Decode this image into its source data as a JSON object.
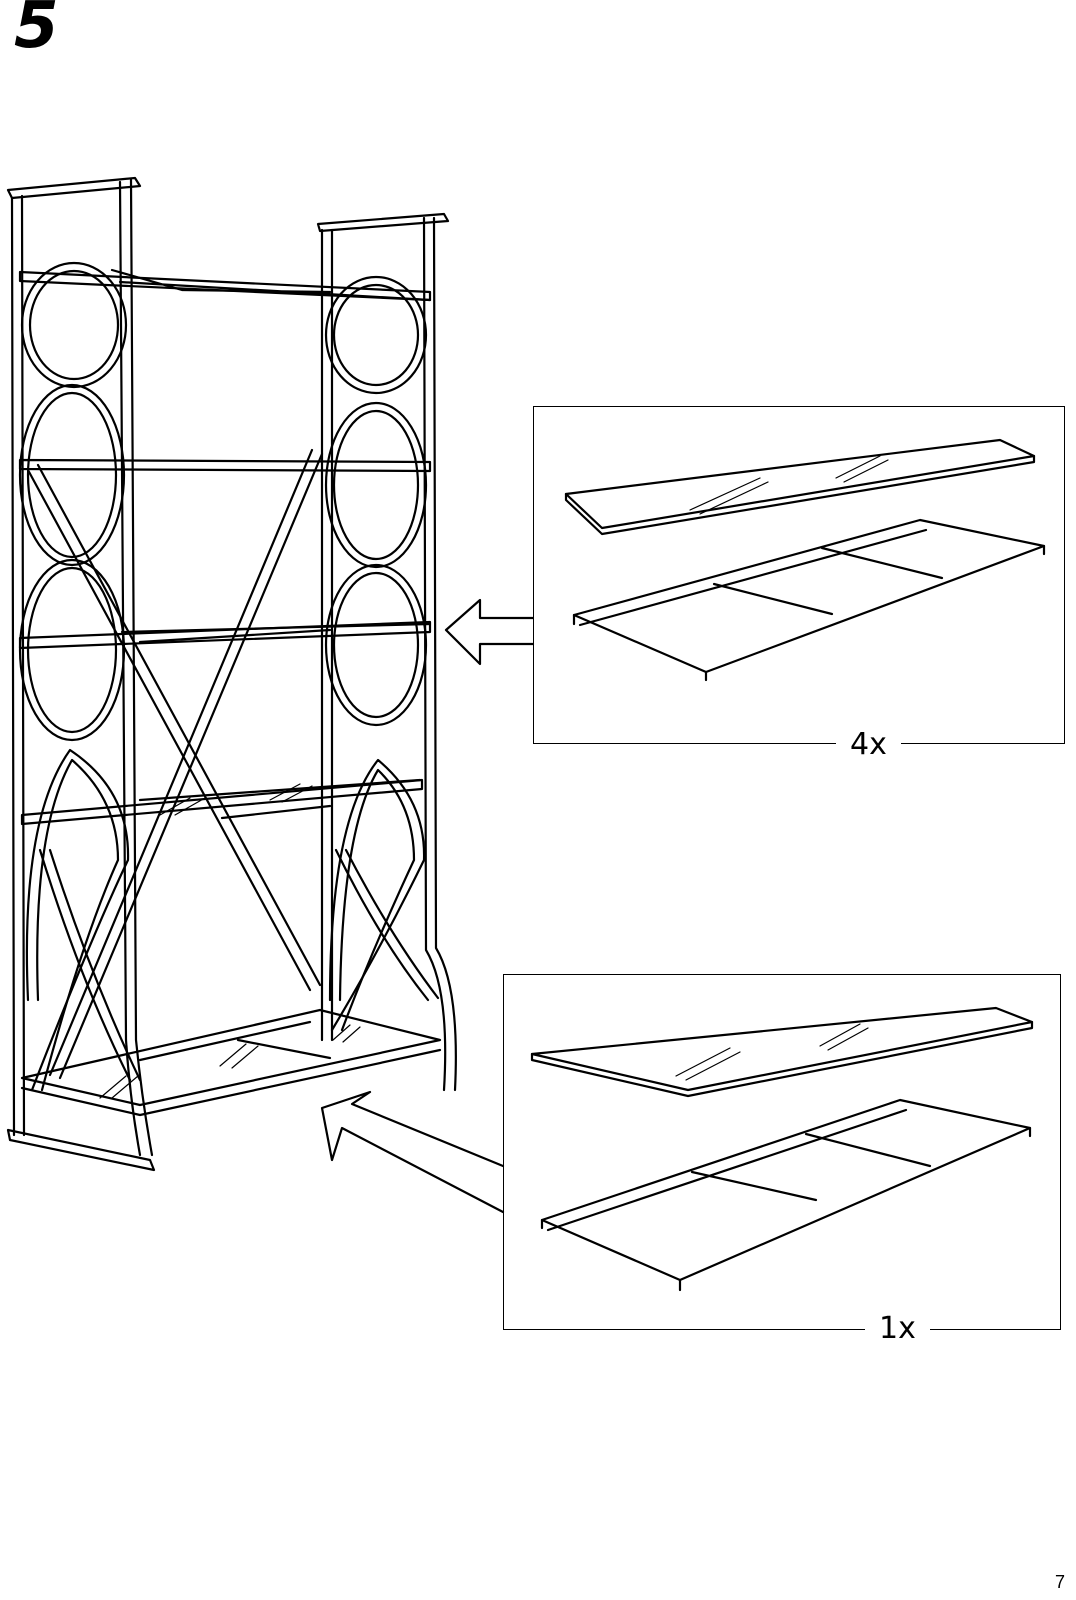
{
  "step": {
    "number": "5"
  },
  "details": [
    {
      "quantity": "4x",
      "icon": "glass-shelf-with-frame"
    },
    {
      "quantity": "1x",
      "icon": "glass-shelf-with-frame"
    }
  ],
  "page": {
    "number": "7"
  }
}
